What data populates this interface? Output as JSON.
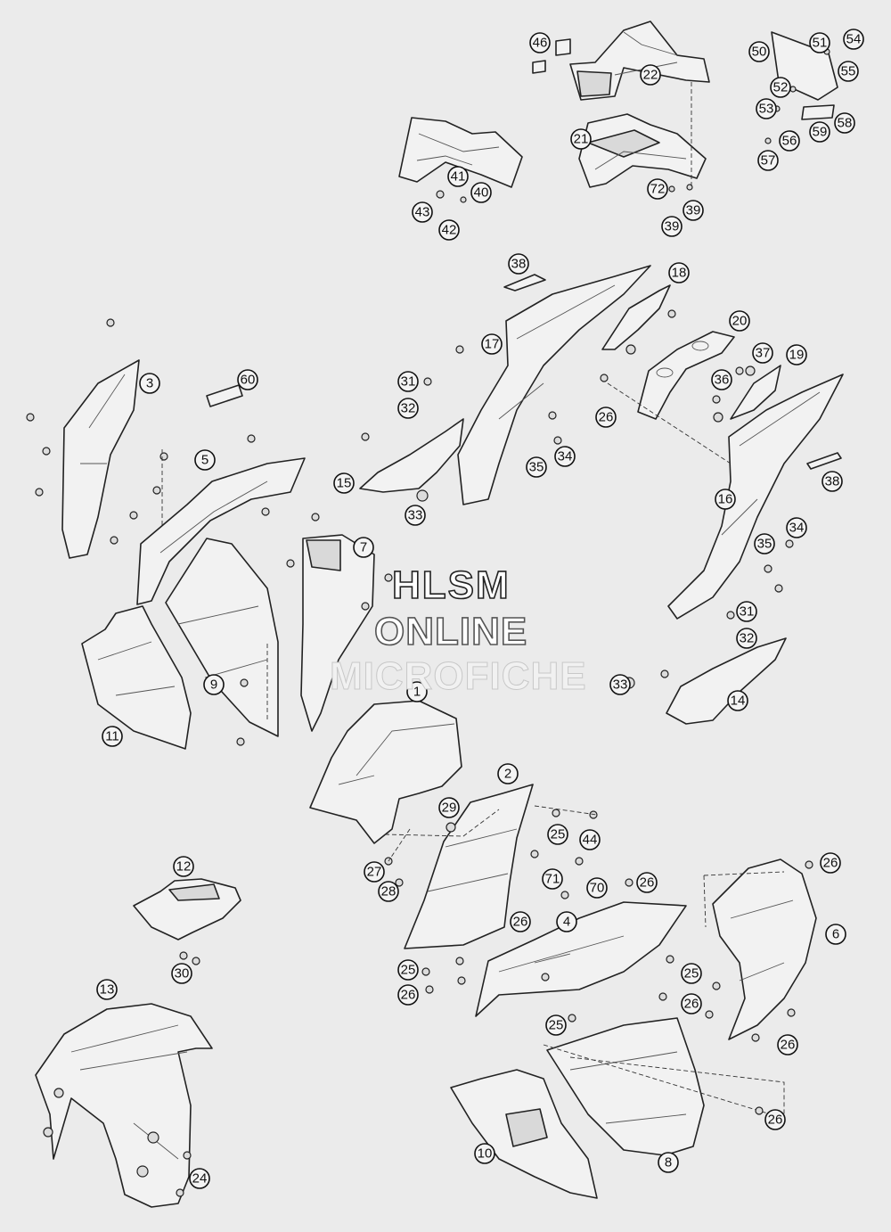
{
  "watermark": {
    "line1": "HLSM",
    "line2": "ONLINE",
    "line3": "MICROFICHE"
  },
  "callouts": {
    "c1": "1",
    "c2": "2",
    "c3": "3",
    "c4": "4",
    "c5": "5",
    "c6": "6",
    "c7": "7",
    "c8": "8",
    "c9": "9",
    "c10": "10",
    "c11": "11",
    "c12": "12",
    "c13": "13",
    "c14": "14",
    "c15": "15",
    "c16": "16",
    "c17": "17",
    "c18": "18",
    "c19": "19",
    "c20": "20",
    "c21": "21",
    "c22": "22",
    "c24": "24",
    "c25": "25",
    "c26": "26",
    "c27": "27",
    "c28": "28",
    "c29": "29",
    "c30": "30",
    "c31": "31",
    "c32": "32",
    "c33": "33",
    "c34": "34",
    "c35": "35",
    "c36": "36",
    "c37": "37",
    "c38": "38",
    "c39": "39",
    "c40": "40",
    "c41": "41",
    "c42": "42",
    "c43": "43",
    "c44": "44",
    "c46": "46",
    "c50": "50",
    "c51": "51",
    "c52": "52",
    "c53": "53",
    "c54": "54",
    "c55": "55",
    "c56": "56",
    "c57": "57",
    "c58": "58",
    "c59": "59",
    "c60": "60",
    "c70": "70",
    "c71": "71",
    "c72": "72"
  }
}
